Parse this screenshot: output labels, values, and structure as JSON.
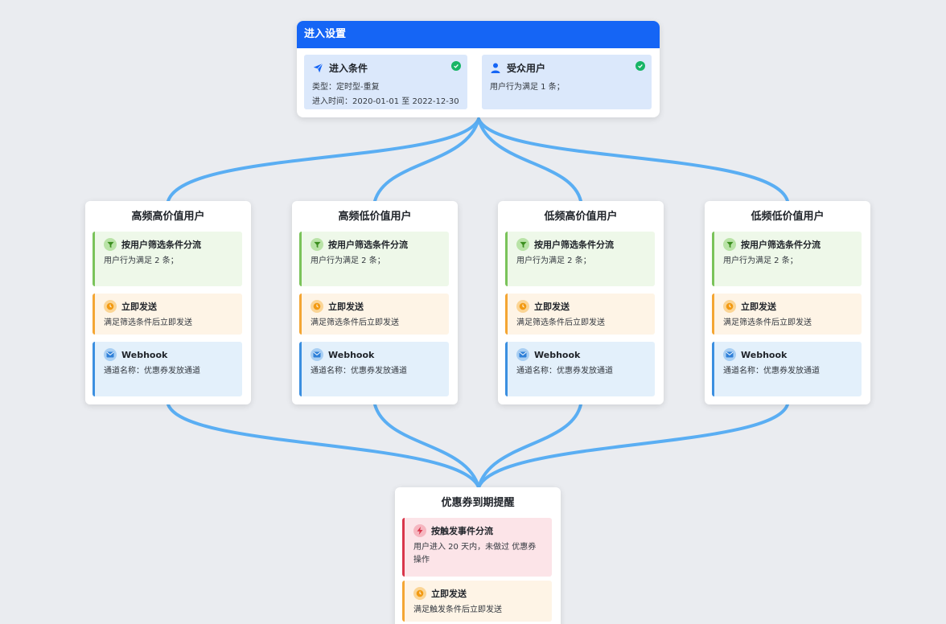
{
  "entry": {
    "header": "进入设置",
    "condition": {
      "title": "进入条件",
      "type_line": "类型：定时型-重复",
      "time_line": "进入时间：2020-01-01 至 2022-12-30"
    },
    "audience": {
      "title": "受众用户",
      "desc": "用户行为满足 1 条；"
    }
  },
  "branches": [
    {
      "title": "高频高价值用户",
      "filter_title": "按用户筛选条件分流",
      "filter_desc": "用户行为满足 2 条；",
      "send_title": "立即发送",
      "send_desc": "满足筛选条件后立即发送",
      "hook_title": "Webhook",
      "hook_desc": "通道名称：优惠券发放通道"
    },
    {
      "title": "高频低价值用户",
      "filter_title": "按用户筛选条件分流",
      "filter_desc": "用户行为满足 2 条；",
      "send_title": "立即发送",
      "send_desc": "满足筛选条件后立即发送",
      "hook_title": "Webhook",
      "hook_desc": "通道名称：优惠券发放通道"
    },
    {
      "title": "低频高价值用户",
      "filter_title": "按用户筛选条件分流",
      "filter_desc": "用户行为满足 2 条；",
      "send_title": "立即发送",
      "send_desc": "满足筛选条件后立即发送",
      "hook_title": "Webhook",
      "hook_desc": "通道名称：优惠券发放通道"
    },
    {
      "title": "低频低价值用户",
      "filter_title": "按用户筛选条件分流",
      "filter_desc": "用户行为满足 2 条；",
      "send_title": "立即发送",
      "send_desc": "满足筛选条件后立即发送",
      "hook_title": "Webhook",
      "hook_desc": "通道名称：优惠券发放通道"
    }
  ],
  "final": {
    "title": "优惠券到期提醒",
    "trigger_title": "按触发事件分流",
    "trigger_desc": "用户进入 20 天内，未做过 优惠券操作",
    "send_title": "立即发送",
    "send_desc": "满足触发条件后立即发送"
  },
  "colors": {
    "accent": "#1565f5",
    "link": "#5aaef3",
    "success": "#18b566",
    "filter": "#7ac35a",
    "send": "#f4a634",
    "webhook": "#3b8fe0",
    "trigger": "#d9364b"
  },
  "icons": {
    "condition": "send-icon",
    "audience": "user-icon",
    "filter": "filter-icon",
    "send": "clock-icon",
    "hook": "mail-icon",
    "trigger": "lightning-icon",
    "done": "check-circle-icon"
  }
}
